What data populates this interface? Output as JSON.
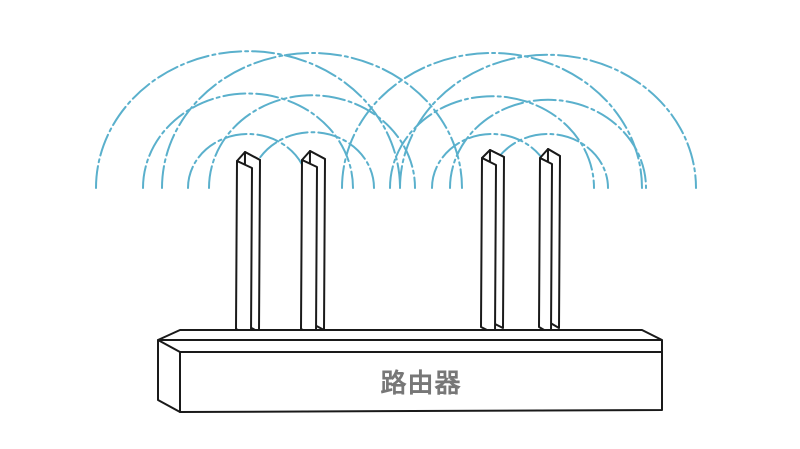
{
  "router": {
    "label": "路由器",
    "label_color": "#777777"
  },
  "antennas": {
    "count": 4
  },
  "signal": {
    "wave_color": "#5ab0cc",
    "rings_per_antenna": 3,
    "style": "dashed arcs"
  }
}
